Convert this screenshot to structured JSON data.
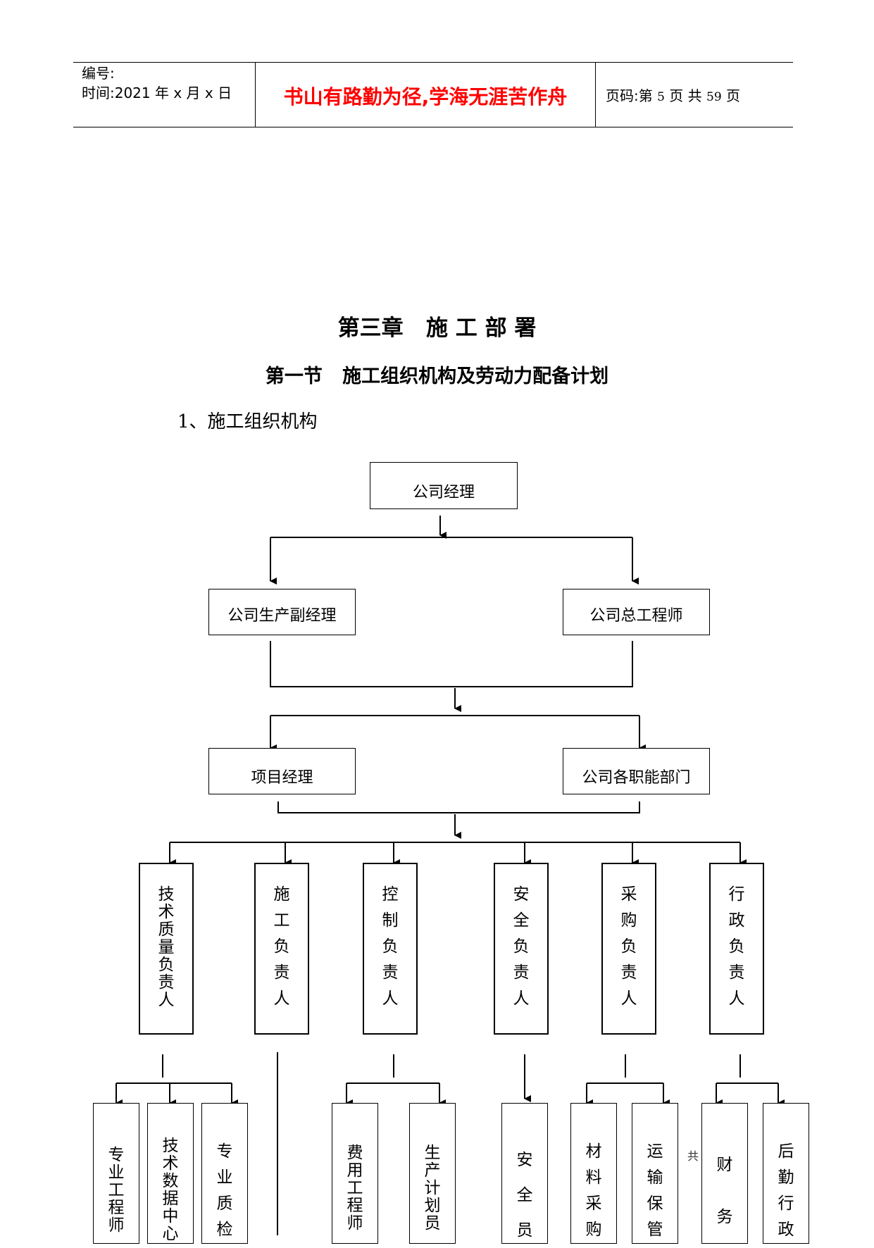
{
  "header": {
    "number_label": "编号:",
    "time_label": "时间:2021 年 x 月 x 日",
    "motto": "书山有路勤为径,学海无涯苦作舟",
    "page_prefix": "页码:第",
    "page_current": "5",
    "page_mid": "页 共",
    "page_total": "59",
    "page_suffix": "页"
  },
  "chapter_title": "第三章   施 工 部 署",
  "section_title": "第一节   施工组织机构及劳动力配备计划",
  "subheading": "1、施工组织机构",
  "org_chart": {
    "top": "公司经理",
    "level2": [
      "公司生产副经理",
      "公司总工程师"
    ],
    "level3": [
      "项目经理",
      "公司各职能部门"
    ],
    "level4": [
      {
        "chars": [
          "技",
          "术",
          "质",
          "量",
          "负",
          "责",
          "人"
        ]
      },
      {
        "chars": [
          "施",
          "工",
          "负",
          "责",
          "人"
        ]
      },
      {
        "chars": [
          "控",
          "制",
          "负",
          "责",
          "人"
        ]
      },
      {
        "chars": [
          "安",
          "全",
          "负",
          "责",
          "人"
        ]
      },
      {
        "chars": [
          "采",
          "购",
          "负",
          "责",
          "人"
        ]
      },
      {
        "chars": [
          "行",
          "政",
          "负",
          "责",
          "人"
        ]
      }
    ],
    "level5": [
      {
        "chars": [
          "专",
          "业",
          "工",
          "程",
          "师"
        ]
      },
      {
        "chars": [
          "技",
          "术",
          "数",
          "据",
          "中",
          "心"
        ]
      },
      {
        "chars": [
          "专",
          "业",
          "质",
          "检"
        ]
      },
      {
        "chars": [
          "费",
          "用",
          "工",
          "程",
          "师"
        ]
      },
      {
        "chars": [
          "生",
          "产",
          "计",
          "划",
          "员"
        ]
      },
      {
        "chars": [
          "安",
          "全",
          "员"
        ]
      },
      {
        "chars": [
          "材",
          "料",
          "采",
          "购"
        ]
      },
      {
        "chars": [
          "运",
          "输",
          "保",
          "管"
        ]
      },
      {
        "chars": [
          "财",
          "务"
        ]
      },
      {
        "chars": [
          "后",
          "勤",
          "行",
          "政"
        ]
      }
    ],
    "stray_text": "共"
  }
}
